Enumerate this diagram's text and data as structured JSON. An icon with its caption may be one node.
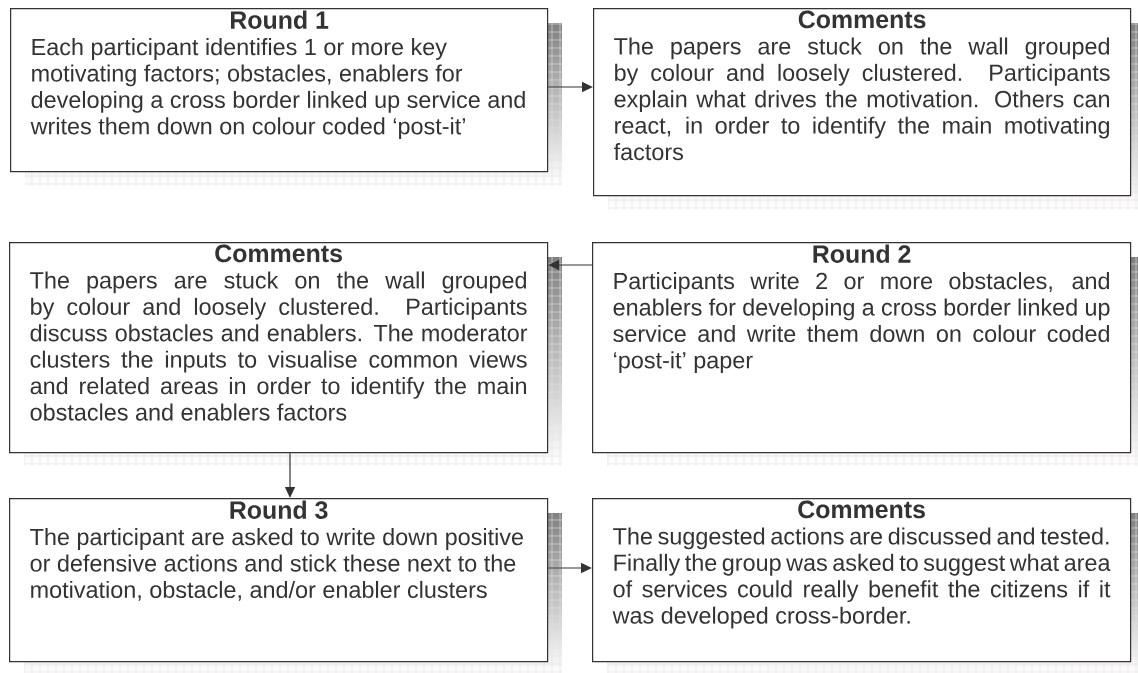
{
  "diagram": {
    "nodes": [
      {
        "text": [
          "Round 1",
          "Each participant identifies 1 or more key motivating factors; obstacles, enablers for developing a cross border linked up service and writes them down on colour coded ‘post-it’"
        ]
      },
      {
        "text": [
          "Comments",
          "The papers are stuck on the wall grouped by colour and loosely clustered. Participants explain what drives the motivation. Others can react, in order to identify the main motivating factors"
        ]
      },
      {
        "text": [
          "Comments",
          "The papers are stuck on the wall grouped by colour and loosely clustered. Participants discuss obstacles and enablers. The moderator clusters the inputs to visualise common views and related areas in order to identify the main obstacles and enablers  factors"
        ]
      },
      {
        "text": [
          "Round 2",
          "Participants write 2 or more obstacles, and enablers for developing a cross border linked up service and write them down on colour coded ‘post-it’ paper"
        ]
      },
      {
        "text": [
          "Round 3",
          "The participant are asked to write down positive or defensive actions and stick these next to the motivation, obstacle, and/or enabler clusters"
        ]
      },
      {
        "text": [
          "Comments",
          "The suggested actions are discussed and tested. Finally the group was asked to suggest what area of services could really benefit the citizens if it was developed cross-border."
        ]
      }
    ],
    "edges": [
      {
        "from": 0,
        "to": 1,
        "arrow": "to"
      },
      {
        "from": 3,
        "to": 2,
        "arrow": "to"
      },
      {
        "from": 2,
        "to": 4,
        "arrow": "to"
      },
      {
        "from": 4,
        "to": 5,
        "arrow": "to"
      }
    ]
  }
}
